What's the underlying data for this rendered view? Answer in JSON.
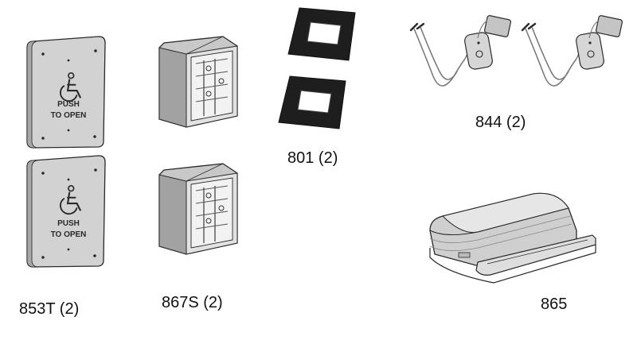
{
  "plate_text": {
    "line1": "PUSH",
    "line2": "TO OPEN"
  },
  "labels": {
    "p853t": "853T (2)",
    "p867s": "867S (2)",
    "p801": "801 (2)",
    "p844": "844 (2)",
    "p865": "865"
  },
  "icons": {
    "accessibility": "wheelchair-icon"
  },
  "colors": {
    "stroke": "#2a2a2a",
    "plate_face": "#cfcfcf",
    "plate_edge": "#a9a9a9",
    "box_fill": "#c4c4c4",
    "box_dark": "#9a9a9a",
    "gasket": "#1c1c1c",
    "cable": "#7a7a7a"
  }
}
